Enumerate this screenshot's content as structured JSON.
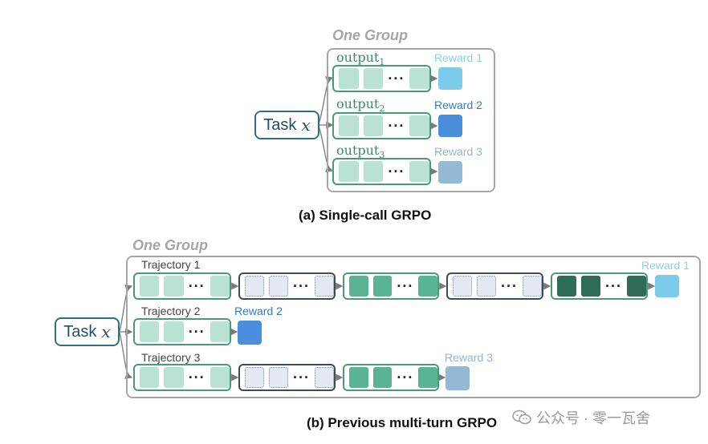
{
  "colors": {
    "reward_light": "#7ccbea",
    "reward_medium": "#4a8fdc",
    "reward_pale": "#93b9d6",
    "token_light": "#b9e2d3",
    "token_mid": "#5ab393",
    "token_deep": "#306b57",
    "token_observation": "#e4e9f4",
    "frame_gray": "#a6a6a6",
    "task_border": "#2e6f86"
  },
  "panel_a": {
    "group_label": "One Group",
    "task_label": "Task",
    "task_var": "x",
    "outputs": [
      {
        "label": "output",
        "sub": "1",
        "reward": "Reward 1",
        "reward_color": "#7ccbea",
        "reward_text_color": "#8ccfe8"
      },
      {
        "label": "output",
        "sub": "2",
        "reward": "Reward 2",
        "reward_color": "#4a8fdc",
        "reward_text_color": "#2f7fc4"
      },
      {
        "label": "output",
        "sub": "3",
        "reward": "Reward 3",
        "reward_color": "#93b9d6",
        "reward_text_color": "#8fb5d3"
      }
    ],
    "ellipsis": "···",
    "caption": "(a) Single-call GRPO"
  },
  "panel_b": {
    "group_label": "One Group",
    "task_label": "Task",
    "task_var": "x",
    "trajectories": [
      {
        "label": "Trajectory 1",
        "reward": "Reward 1",
        "reward_color": "#7ccbea",
        "reward_text_color": "#8ccfe8"
      },
      {
        "label": "Trajectory 2",
        "reward": "Reward 2",
        "reward_color": "#4a8fdc",
        "reward_text_color": "#2f7fc4"
      },
      {
        "label": "Trajectory 3",
        "reward": "Reward 3",
        "reward_color": "#93b9d6",
        "reward_text_color": "#8fb5d3"
      }
    ],
    "ellipsis": "···",
    "caption": "(b) Previous multi-turn GRPO"
  },
  "watermark": {
    "text": "公众号 · 零一瓦舍",
    "icon": "wechat-icon"
  }
}
